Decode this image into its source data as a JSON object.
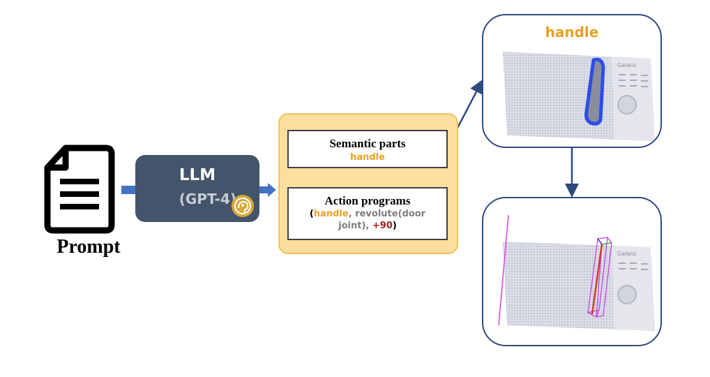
{
  "prompt": {
    "label": "Prompt",
    "icon": "document-icon"
  },
  "llm": {
    "title": "LLM",
    "model": "(GPT-4)",
    "badge_icon": "openai-brain-icon"
  },
  "semantic_parts": {
    "title": "Semantic parts",
    "part": "handle"
  },
  "action_programs": {
    "title": "Action programs",
    "open_paren": "(",
    "part": "handle",
    "sep": ", ",
    "action_a": "revolute(door",
    "action_b": "joint), ",
    "value": "+90",
    "close_paren": ")"
  },
  "results": {
    "top_label": "handle",
    "brand_text": "Galanz"
  },
  "colors": {
    "llm_box": "#44546a",
    "panel_fill": "#fcdf9e",
    "panel_border": "#f2c25a",
    "arrow_blue": "#4472c4",
    "highlight_orange": "#e8a024",
    "value_red": "#a11f1f",
    "result_border": "#2e4a80"
  }
}
